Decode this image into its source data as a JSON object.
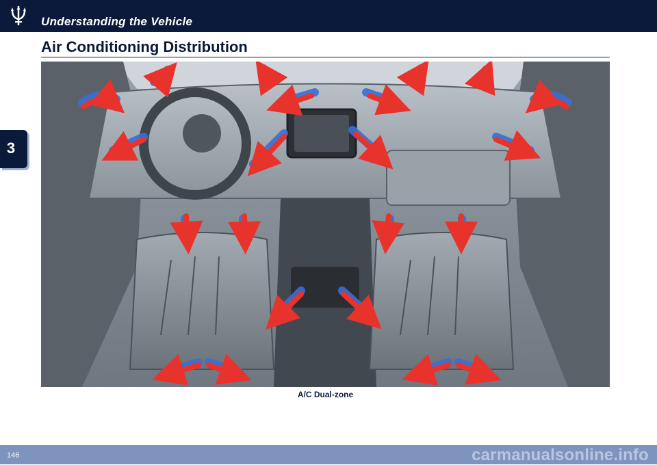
{
  "header": {
    "chapter_title": "Understanding the Vehicle",
    "logo_icon": "trident-logo-icon"
  },
  "section": {
    "title": "Air Conditioning Distribution"
  },
  "chapter_tab": {
    "number": "3"
  },
  "figure": {
    "caption": "A/C Dual-zone",
    "description_icon": "car-interior-airflow-illustration",
    "arrow_colors": {
      "airflow_red": "#e8332c",
      "airflow_blue": "#3a6fd6"
    }
  },
  "footer": {
    "page_number": "146",
    "watermark": "carmanualsonline.info"
  },
  "colors": {
    "navy": "#0b1a3a",
    "footer_blue": "#7f93bf"
  }
}
